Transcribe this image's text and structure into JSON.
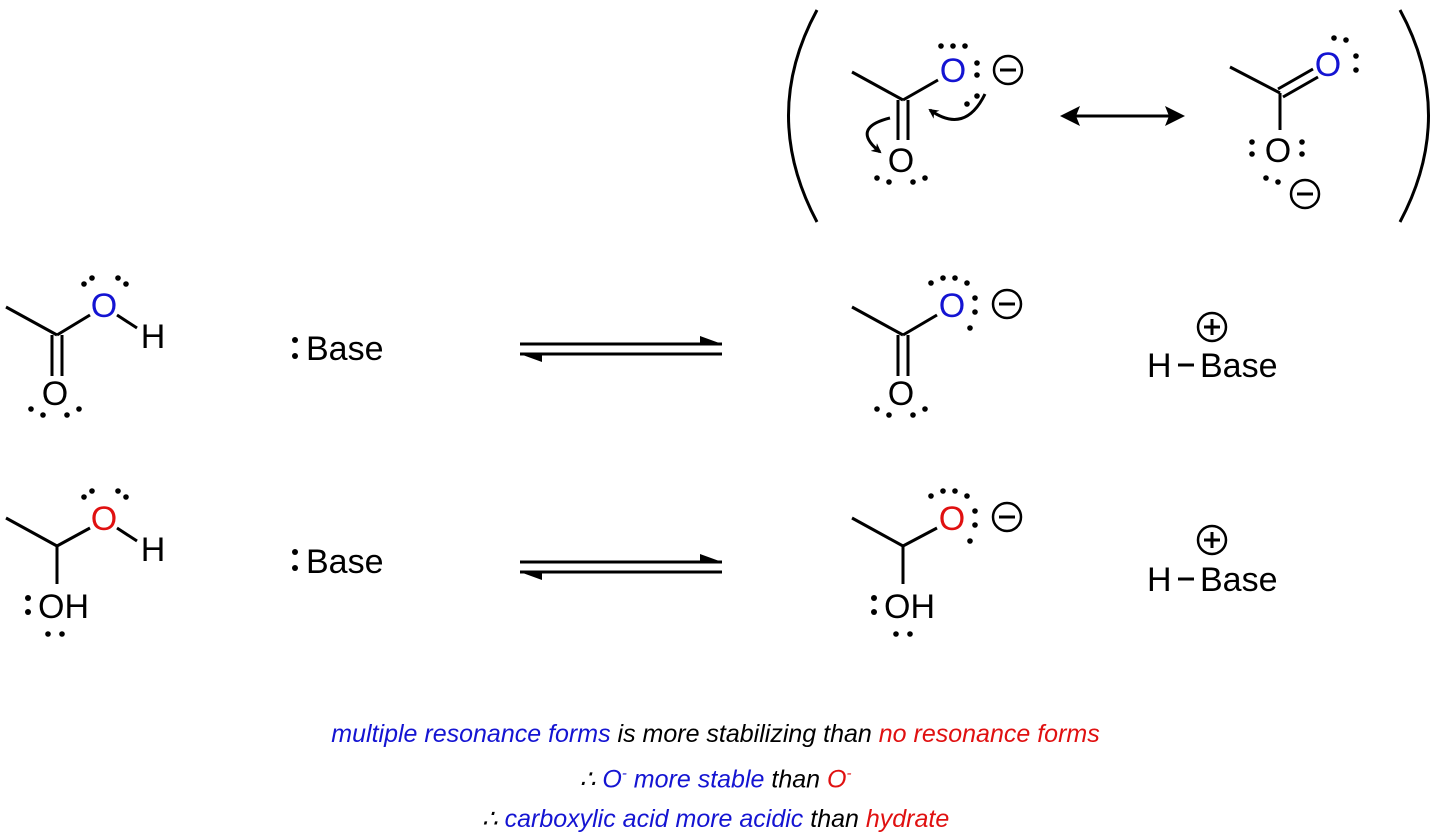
{
  "colors": {
    "black": "#000000",
    "blue": "#1414d2",
    "red": "#e01010"
  },
  "atoms": {
    "O": "O",
    "H": "H",
    "OH": "OH"
  },
  "reagents": {
    "base": "Base",
    "conjugate_acid_h": "H",
    "conjugate_acid_base": "Base"
  },
  "charges": {
    "minus": "−",
    "plus": "+"
  },
  "caption": {
    "line1": [
      {
        "text": "multiple resonance forms",
        "color": "blue"
      },
      {
        "text": " is more stabilizing than ",
        "color": "black"
      },
      {
        "text": "no resonance forms",
        "color": "red"
      }
    ],
    "line2": [
      {
        "text": "∴ ",
        "color": "black"
      },
      {
        "text": "O",
        "color": "blue",
        "sup": "-"
      },
      {
        "text": " more stable",
        "color": "blue"
      },
      {
        "text": " than ",
        "color": "black"
      },
      {
        "text": "O",
        "color": "red",
        "sup": "-"
      }
    ],
    "line3": [
      {
        "text": "∴ ",
        "color": "black"
      },
      {
        "text": "carboxylic acid more acidic",
        "color": "blue"
      },
      {
        "text": " than ",
        "color": "black"
      },
      {
        "text": "hydrate",
        "color": "red"
      }
    ]
  }
}
